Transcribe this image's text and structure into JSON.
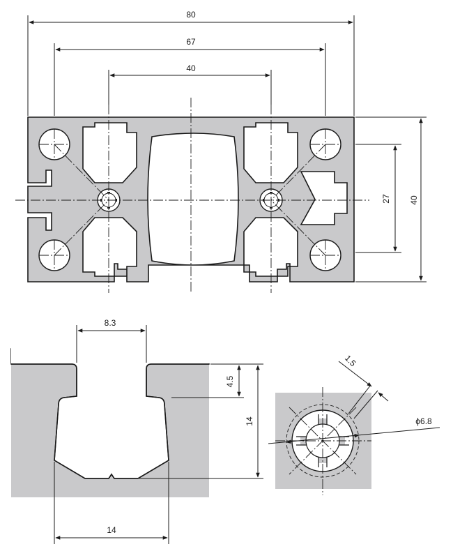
{
  "dimensions": {
    "profile_width": "80",
    "slot_pitch": "67",
    "inner_pitch": "40",
    "profile_height": "40",
    "slot_spacing": "27"
  },
  "slot_detail": {
    "opening_width": "8.3",
    "lip_depth": "4.5",
    "slot_depth": "14",
    "slot_width": "14"
  },
  "core_detail": {
    "web_thickness": "1.5",
    "bore_diameter": "ϕ6.8"
  }
}
